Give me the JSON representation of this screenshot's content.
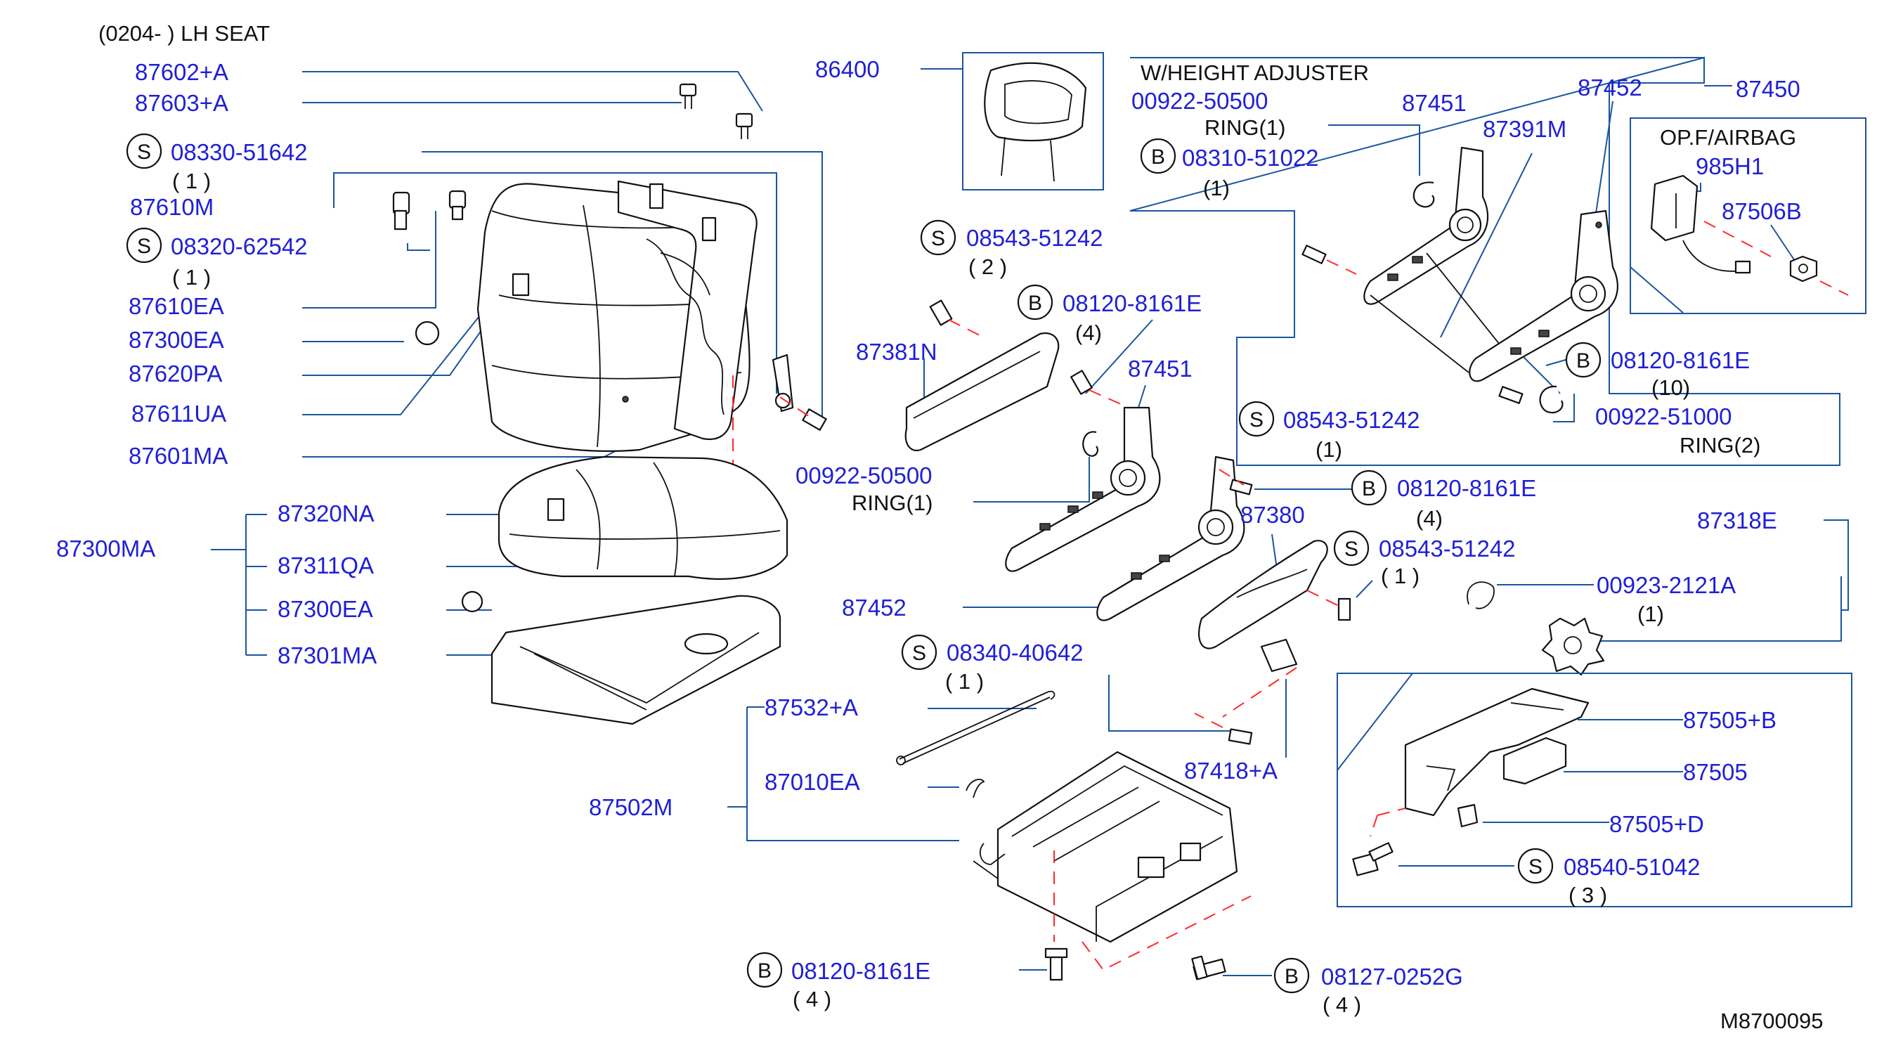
{
  "header": {
    "title": "(0204-      ) LH  SEAT"
  },
  "footer": {
    "diagram_id": "M8700095"
  },
  "left": {
    "p87602": "87602+A",
    "p87603": "87603+A",
    "s1_code": "S",
    "s1_part": "08330-51642",
    "s1_qty": "( 1 )",
    "p87610m": "87610M",
    "s2_code": "S",
    "s2_part": "08320-62542",
    "s2_qty": "( 1 )",
    "p87610ea": "87610EA",
    "p87300ea_top": "87300EA",
    "p87620pa": "87620PA",
    "p87611ua": "87611UA",
    "p87601ma": "87601MA",
    "p87300ma": "87300MA",
    "p87320na": "87320NA",
    "p87311qa": "87311QA",
    "p87300ea_bot": "87300EA",
    "p87301ma": "87301MA"
  },
  "center": {
    "p86400": "86400",
    "s3_code": "S",
    "s3_part": "08543-51242",
    "s3_qty": "( 2 )",
    "b1_code": "B",
    "b1_part": "08120-8161E",
    "b1_qty": "(4)",
    "p87381n": "87381N",
    "p87451": "87451",
    "p00922": "00922-50500",
    "ring1": "RING(1)",
    "p87452": "87452",
    "b2_code": "B",
    "b2_part": "08120-8161E",
    "b2_qty": "(4)",
    "p87380": "87380",
    "s4_code": "S",
    "s4_part": "08543-51242",
    "s4_qty": "( 1 )",
    "s5_code": "S",
    "s5_part": "08340-40642",
    "s5_qty": "( 1 )",
    "p87532": "87532+A",
    "p87010": "87010EA",
    "p87502m": "87502M",
    "p87418": "87418+A",
    "b3_code": "B",
    "b3_part": "08120-8161E",
    "b3_qty": "( 4 )",
    "b4_code": "B",
    "b4_part": "08127-0252G",
    "b4_qty": "( 4 )"
  },
  "height_adjuster": {
    "title": "W/HEIGHT  ADJUSTER",
    "p00922": "00922-50500",
    "ring1": "RING(1)",
    "b_code": "B",
    "b_part": "08310-51022",
    "b_qty": "(1)",
    "p87451": "87451",
    "p87391m": "87391M",
    "p87452": "87452",
    "p87450": "87450",
    "s_code": "S",
    "s_part": "08543-51242",
    "s_qty": "(1)",
    "b2_code": "B",
    "b2_part": "08120-8161E",
    "b2_qty": "(10)",
    "p00922b": "00922-51000",
    "ring2": "RING(2)"
  },
  "airbag": {
    "title": "OP.F/AIRBAG",
    "p985h1": "985H1",
    "p87506b": "87506B"
  },
  "right": {
    "p87318e": "87318E",
    "p00923": "00923-2121A",
    "p00923_qty": "(1)",
    "p87505b": "87505+B",
    "p87505": "87505",
    "p87505d": "87505+D",
    "s_code": "S",
    "s_part": "08540-51042",
    "s_qty": "( 3 )"
  }
}
